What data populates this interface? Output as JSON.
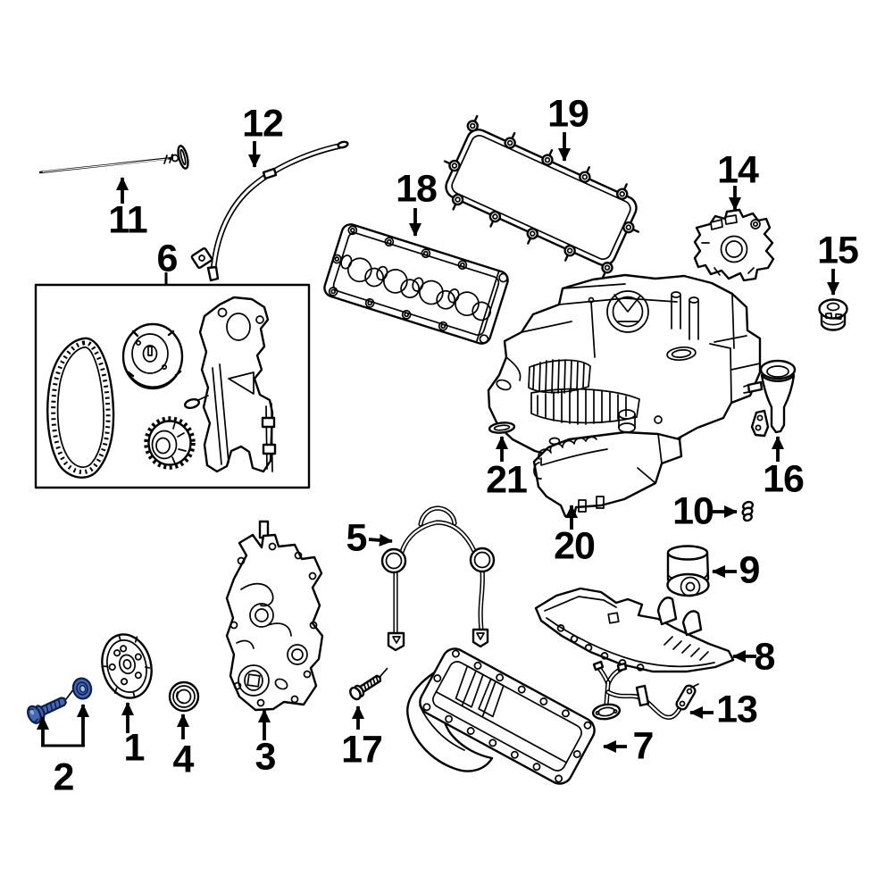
{
  "figure": {
    "kind": "exploded-parts-diagram",
    "subject": "engine",
    "background_color": "#ffffff",
    "line_color": "#000000",
    "highlight_fill_color": "#4468b0",
    "highlight_outline_color": "#0d1c4f",
    "highlighted_callout": "2"
  },
  "callouts": [
    {
      "label": "1",
      "part": "flexplate"
    },
    {
      "label": "2",
      "part": "crankshaft-bolt-and-washer",
      "highlighted": true
    },
    {
      "label": "3",
      "part": "timing-cover"
    },
    {
      "label": "4",
      "part": "crankshaft-seal"
    },
    {
      "label": "5",
      "part": "timing-cover-gasket"
    },
    {
      "label": "6",
      "part": "timing-chain-kit"
    },
    {
      "label": "7",
      "part": "oil-pan"
    },
    {
      "label": "8",
      "part": "windage-tray"
    },
    {
      "label": "9",
      "part": "oil-filter"
    },
    {
      "label": "10",
      "part": "bolt"
    },
    {
      "label": "11",
      "part": "oil-dipstick"
    },
    {
      "label": "12",
      "part": "dipstick-tube"
    },
    {
      "label": "13",
      "part": "oil-pickup-tube"
    },
    {
      "label": "14",
      "part": "pump-housing"
    },
    {
      "label": "15",
      "part": "plug-cap"
    },
    {
      "label": "16",
      "part": "oil-filler-tube"
    },
    {
      "label": "17",
      "part": "bolt"
    },
    {
      "label": "18",
      "part": "valve-cover"
    },
    {
      "label": "19",
      "part": "valve-cover-gasket"
    },
    {
      "label": "20",
      "part": "intake-manifold"
    },
    {
      "label": "21",
      "part": "seal"
    }
  ]
}
